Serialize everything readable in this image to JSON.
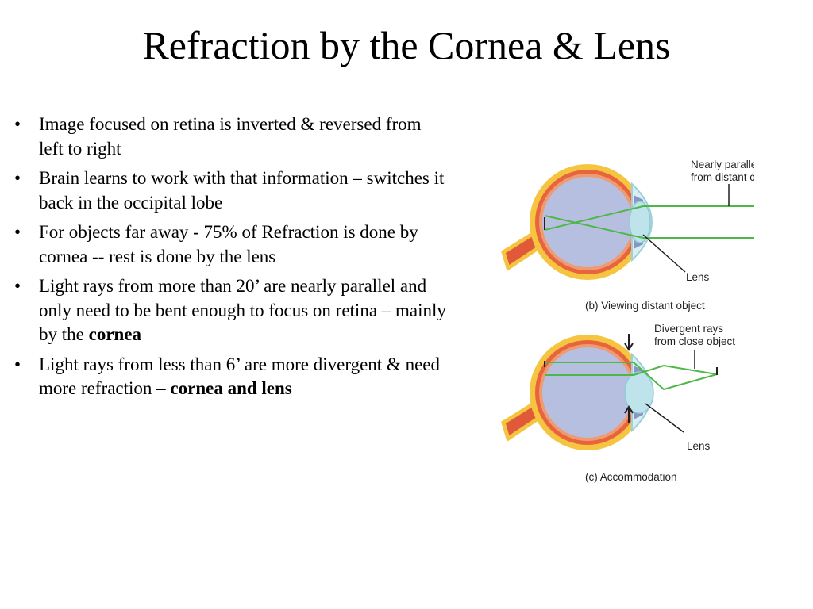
{
  "title": "Refraction by the Cornea & Lens",
  "bullets": [
    {
      "text": "Image focused on retina is inverted & reversed from left to right"
    },
    {
      "text": "Brain learns to work with that information – switches it back in the occipital lobe"
    },
    {
      "text": "For objects far away - 75% of Refraction is done by cornea -- rest is done by the lens"
    },
    {
      "text": "Light rays from more than 20’ are nearly parallel and only need to be bent enough to focus on retina – mainly by the ",
      "bold": "cornea"
    },
    {
      "text": "Light rays from less than 6’ are more divergent & need more refraction – ",
      "bold": "cornea and lens"
    }
  ],
  "figure": {
    "panel_b": {
      "label_rays_line1": "Nearly parallel rays",
      "label_rays_line2": "from distant object",
      "label_lens": "Lens",
      "caption": "(b) Viewing distant object"
    },
    "panel_c": {
      "label_rays_line1": "Divergent rays",
      "label_rays_line2": "from close object",
      "label_lens": "Lens",
      "caption": "(c) Accommodation"
    },
    "colors": {
      "sclera": "#f5c542",
      "choroid": "#e8643c",
      "retina": "#f09a72",
      "vitreous": "#b7bfe0",
      "lens": "#bfe3ea",
      "ray": "#4db848",
      "optic_nerve": "#e05a3a"
    }
  }
}
